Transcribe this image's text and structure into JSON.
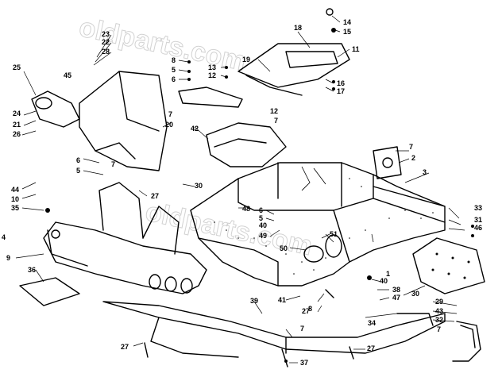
{
  "watermark": "oldparts.com",
  "callouts": {
    "c1": "1",
    "c2": "2",
    "c3": "3",
    "c4": "4",
    "c5": "5",
    "c5b": "5",
    "c6": "6",
    "c6b": "6",
    "c7": "7",
    "c7b": "7",
    "c7c": "7",
    "c7d": "7",
    "c7e": "7",
    "c8": "8",
    "c8b": "8",
    "c9": "9",
    "c10": "10",
    "c11": "11",
    "c12": "12",
    "c12b": "12",
    "c13": "13",
    "c14": "14",
    "c15": "15",
    "c16": "16",
    "c17": "17",
    "c18": "18",
    "c19": "19",
    "c20": "20",
    "c21": "21",
    "c22": "22",
    "c23": "23",
    "c24": "24",
    "c25": "25",
    "c26": "26",
    "c27": "27",
    "c27b": "27",
    "c27c": "27",
    "c27d": "27",
    "c28": "28",
    "c29": "29",
    "c30": "30",
    "c30b": "30",
    "c31": "31",
    "c32": "32",
    "c33": "33",
    "c34": "34",
    "c35": "35",
    "c36": "36",
    "c37": "37",
    "c38": "38",
    "c39": "39",
    "c40": "40",
    "c41": "41",
    "c42": "42",
    "c43": "43",
    "c44": "44",
    "c45": "45",
    "c46": "46",
    "c47": "47",
    "c48": "48",
    "c49": "49",
    "c50": "50",
    "c51": "51"
  }
}
